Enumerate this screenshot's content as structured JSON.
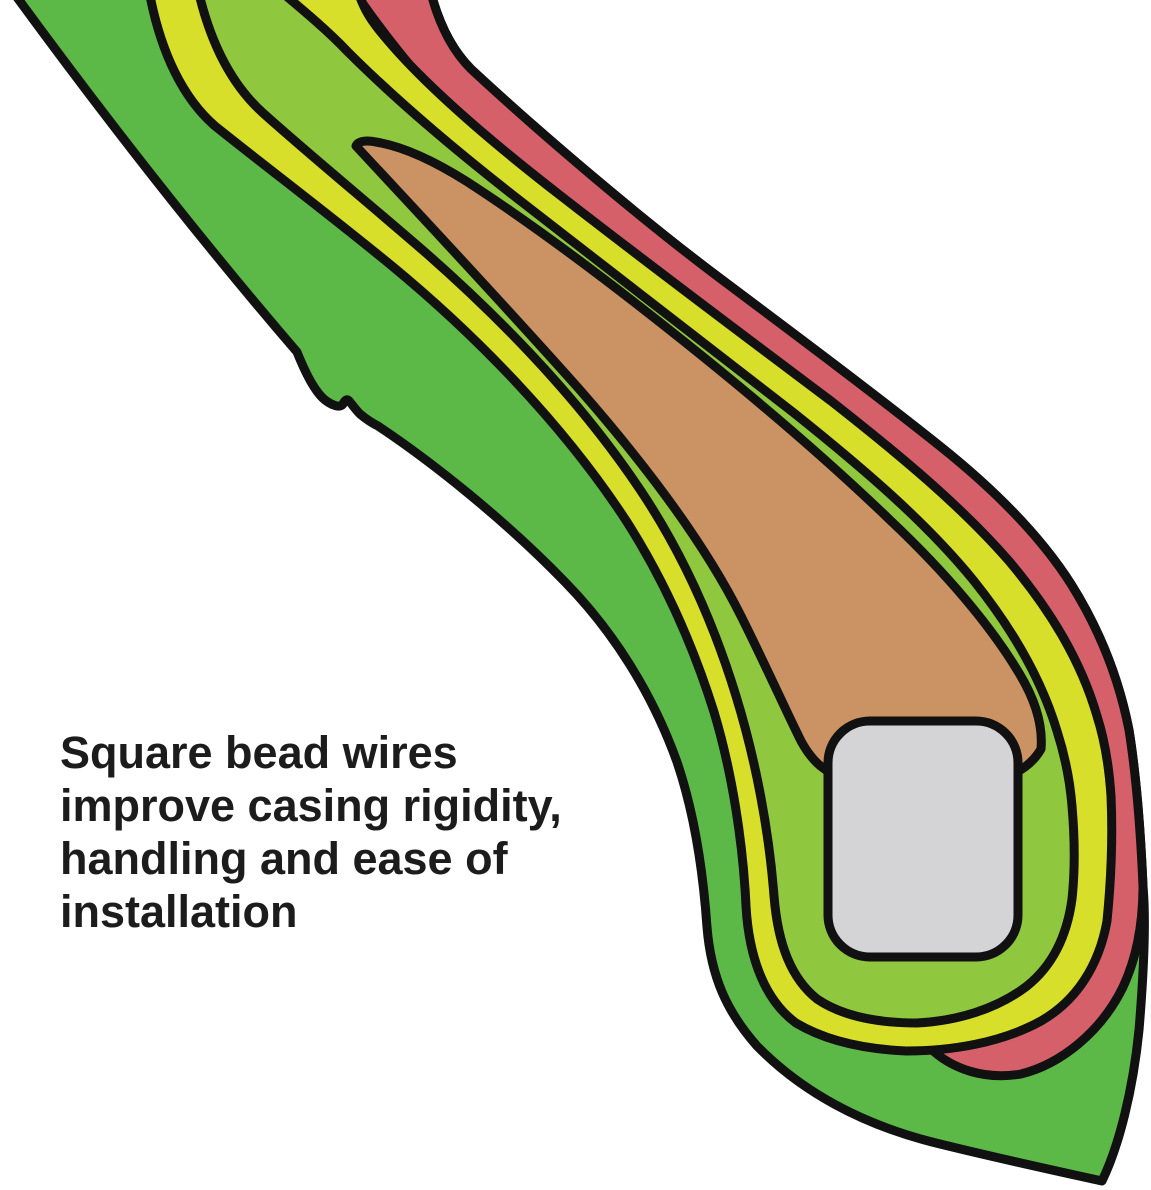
{
  "diagram": {
    "type": "tire-bead-cross-section",
    "caption": {
      "lines": [
        "Square bead wires",
        "improve casing rigidity,",
        "handling and ease of",
        "installation"
      ]
    },
    "colors": {
      "body_green": "#5cb948",
      "sidewall_red": "#d5606a",
      "ply_yellow": "#d8df2a",
      "ply_light_green": "#8fc73e",
      "apex_orange": "#cb9364",
      "bead_gray": "#d4d4d6",
      "outline": "#111111",
      "background": "#ffffff",
      "text": "#1c1c1c"
    },
    "layers": [
      {
        "name": "tire body / inner liner",
        "color_key": "body_green"
      },
      {
        "name": "outer sidewall rubber",
        "color_key": "sidewall_red"
      },
      {
        "name": "casing ply outer",
        "color_key": "ply_yellow"
      },
      {
        "name": "casing ply inner",
        "color_key": "ply_light_green"
      },
      {
        "name": "bead apex filler",
        "color_key": "apex_orange"
      },
      {
        "name": "square bead wire",
        "color_key": "bead_gray"
      }
    ]
  }
}
